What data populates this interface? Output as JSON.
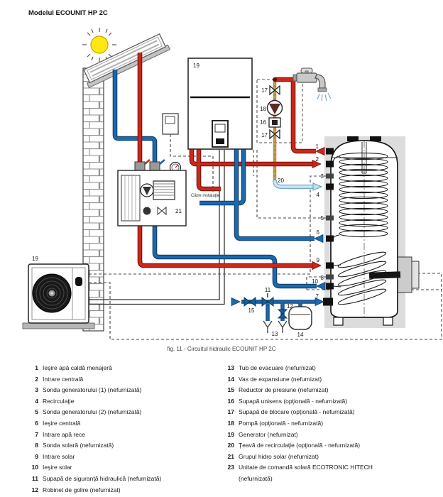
{
  "title": "Modelul ECOUNIT HP 2C",
  "caption": "fig. 11 - Circuitul hidraulic ECOUNIT HP 2C",
  "diagram": {
    "to_installation": "Către instalaţie",
    "labels": {
      "boiler": "19",
      "outdoor_unit": "19",
      "solar_group": "21",
      "recirc_pipe": "20",
      "valve_top": "17",
      "pump": "18",
      "check_valve": "16",
      "valve_bottom": "17",
      "p1": "1",
      "p2": "2",
      "p3": "3",
      "p4": "4",
      "p5": "5",
      "p6": "6",
      "p7": "7",
      "p8": "8",
      "p9": "9",
      "p10": "10",
      "safety_valve": "11",
      "drain_valve": "12",
      "drain_tube": "13",
      "expansion_vessel": "14",
      "pressure_reducer": "15"
    },
    "colors": {
      "hot": "#c9281c",
      "cold": "#1b69ae",
      "recirc_green": "#8bc53f",
      "recirc_blue": "#cfe7f4",
      "sun": "#fde910"
    }
  },
  "legend": {
    "left": [
      {
        "num": "1",
        "label": "Ieşire apă caldă menajeră"
      },
      {
        "num": "2",
        "label": "Intrare centrală"
      },
      {
        "num": "3",
        "label": "Sonda generatorului (1) (nefurnizată)"
      },
      {
        "num": "4",
        "label": "Recirculaţie"
      },
      {
        "num": "5",
        "label": "Sonda generatorului (2) (nefurnizată)"
      },
      {
        "num": "6",
        "label": "Ieşire centrală"
      },
      {
        "num": "7",
        "label": "Intrare apă rece"
      },
      {
        "num": "8",
        "label": "Sonda solară (nefurnizată)"
      },
      {
        "num": "9",
        "label": "Intrare solar"
      },
      {
        "num": "10",
        "label": "Ieşire solar"
      },
      {
        "num": "11",
        "label": "Supapă de siguranţă hidraulică (nefurnizată)"
      },
      {
        "num": "12",
        "label": "Robinet de golire (nefurnizat)"
      }
    ],
    "right": [
      {
        "num": "13",
        "label": "Tub de evacuare (nefurnizat)"
      },
      {
        "num": "14",
        "label": "Vas de expansiune (nefurnizat)"
      },
      {
        "num": "15",
        "label": "Reductor de presiune (nefurnizat)"
      },
      {
        "num": "16",
        "label": "Supapă unisens (opţională - nefurnizată)"
      },
      {
        "num": "17",
        "label": "Supapă de blocare (opţională - nefurnizată)"
      },
      {
        "num": "18",
        "label": "Pompă (opţională - nefurnizată)"
      },
      {
        "num": "19",
        "label": "Generator (nefurnizat)"
      },
      {
        "num": "20",
        "label": "Ţeavă de recirculaţie (opţională - nefurnizată)"
      },
      {
        "num": "21",
        "label": "Grupul hidro solar (nefurnizat)"
      },
      {
        "num": "23",
        "label": "Unitate de comandă solară ECOTRONIC HITECH",
        "label2": "(nefurnizată)"
      }
    ]
  }
}
